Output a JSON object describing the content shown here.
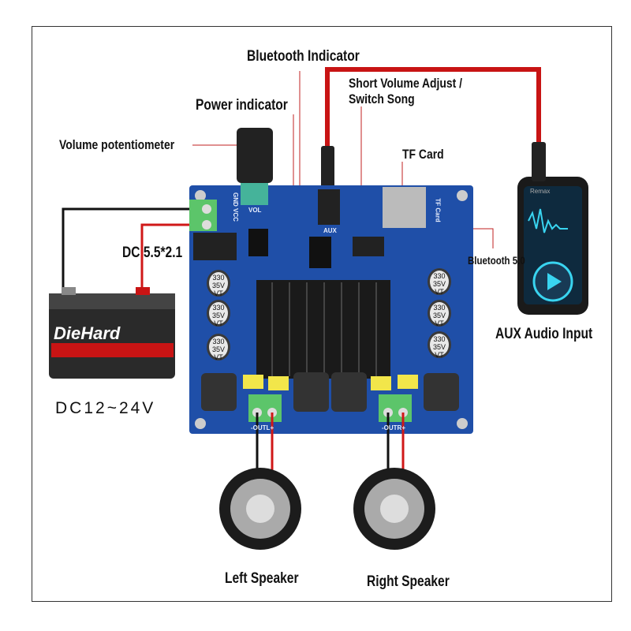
{
  "labels": {
    "bluetooth_indicator": "Bluetooth Indicator",
    "short_volume_line1": "Short Volume Adjust /",
    "short_volume_line2": "Switch Song",
    "power_indicator": "Power indicator",
    "volume_potentiometer": "Volume potentiometer",
    "tf_card": "TF Card",
    "dc_jack": "DC 5.5*2.1",
    "bluetooth_version": "Bluetooth 5.0",
    "aux_input": "AUX Audio Input",
    "voltage": "DC12~24V",
    "left_speaker": "Left Speaker",
    "right_speaker": "Right Speaker"
  },
  "board": {
    "power_terminal": "GND VCC",
    "vol": "VOL",
    "aux": "AUX",
    "tf": "TF Card",
    "out_left": "-OUTL+",
    "out_right": "-OUTR+",
    "capacitor": "330 35V VT"
  },
  "battery": {
    "brand": "DieHard"
  },
  "phone": {
    "brand": "Remax"
  },
  "colors": {
    "board": "#1f4fa8",
    "wire_red": "#d01818",
    "wire_black": "#111111",
    "terminal": "#5cc56a"
  }
}
